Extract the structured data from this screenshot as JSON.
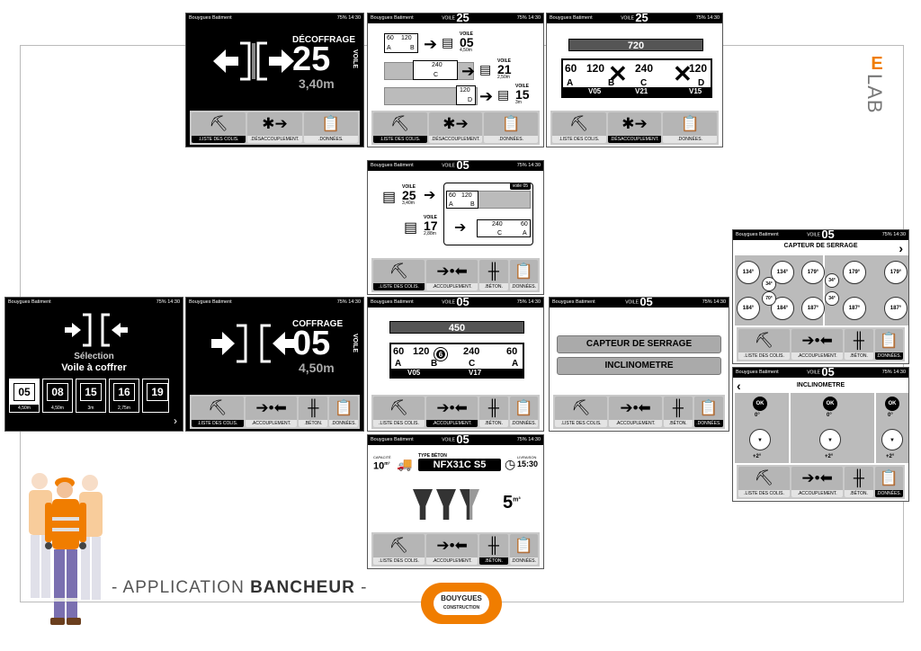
{
  "brand": {
    "e": "E",
    "lab": "LAB"
  },
  "footer": {
    "title_prefix": "- APPLICATION ",
    "title_bold": "BANCHEUR",
    "title_suffix": " -",
    "logo_line1": "BOUYGUES",
    "logo_line2": "CONSTRUCTION"
  },
  "status": {
    "carrier": "Bouygues Batiment",
    "battery": "75%",
    "time": "14:30",
    "voile_label": "VOILE"
  },
  "tabs": {
    "liste": ".LISTE DES COLIS.",
    "desac": ".DÉSACCOUPLEMENT.",
    "donnees": ".DONNÉES.",
    "accouplement": ".ACCOUPLEMENT.",
    "beton": ".BÉTON."
  },
  "s_decoffrage": {
    "title": "DÉCOFFRAGE",
    "voile_num": "25",
    "voile_label": "VOILE",
    "height": "3,40m"
  },
  "s_voile25_list": {
    "header_num": "25",
    "box1": [
      "60",
      "120",
      "A",
      "B"
    ],
    "dest1": {
      "label": "VOILE",
      "num": "05",
      "h": "4,50m"
    },
    "box2": [
      "240",
      "C"
    ],
    "dest2": {
      "label": "VOILE",
      "num": "21",
      "h": "2,50m"
    },
    "box3": [
      "120",
      "D"
    ],
    "dest3": {
      "label": "VOILE",
      "num": "15",
      "h": "3m"
    }
  },
  "s_voile25_split": {
    "header_num": "25",
    "total": "720",
    "cells": [
      "60",
      "120",
      "240",
      "120"
    ],
    "letters": [
      "A",
      "B",
      "C",
      "D"
    ],
    "voiles": [
      "V05",
      "V21",
      "V15"
    ]
  },
  "s_voile05_compose": {
    "header_num": "05",
    "tag": "voile 05",
    "src1": {
      "label": "VOILE",
      "num": "25",
      "h": "3,40m"
    },
    "src2": {
      "label": "VOILE",
      "num": "17",
      "h": "2,88m"
    },
    "box1": [
      "60",
      "120",
      "A",
      "B"
    ],
    "box2": [
      "240",
      "60",
      "C",
      "A"
    ]
  },
  "s_selection": {
    "title1": "Sélection",
    "title2": "Voile à coffrer",
    "items": [
      {
        "num": "05",
        "h": "4,50m"
      },
      {
        "num": "08",
        "h": "4,50m"
      },
      {
        "num": "15",
        "h": "3m"
      },
      {
        "num": "16",
        "h": "2,75m"
      },
      {
        "num": "19",
        "h": ""
      }
    ]
  },
  "s_coffrage": {
    "title": "COFFRAGE",
    "voile_num": "05",
    "voile_label": "VOILE",
    "height": "4,50m"
  },
  "s_voile05_join": {
    "header_num": "05",
    "total": "450",
    "cells": [
      "60",
      "120",
      "240",
      "60"
    ],
    "letters": [
      "A",
      "B",
      "C",
      "A"
    ],
    "voiles": [
      "V05",
      "V17"
    ],
    "badge": "6"
  },
  "s_donnees_menu": {
    "header_num": "05",
    "item1": "CAPTEUR DE SERRAGE",
    "item2": "INCLINOMETRE"
  },
  "s_beton": {
    "header_num": "05",
    "cap_label": "CAPACITÉ",
    "cap_val": "10",
    "cap_unit": "m³",
    "type_label": "TYPE BÉTON",
    "type_val": "NFX31C S5",
    "liv_label": "LIVRAISON",
    "liv_val": "15:30",
    "vol": "5",
    "vol_unit": "m³"
  },
  "s_capteur": {
    "header_num": "05",
    "title": "CAPTEUR DE SERRAGE",
    "top": [
      "134°",
      "134°",
      "179°",
      "179°",
      "179°"
    ],
    "bottom": [
      "184°",
      "184°",
      "187°",
      "187°",
      "187°"
    ],
    "mid": [
      "34°",
      "34°",
      "70°",
      "34°"
    ]
  },
  "s_inclino": {
    "header_num": "05",
    "title": "INCLINOMETRE",
    "ok": "OK",
    "top": [
      "0°",
      "0°",
      "0°"
    ],
    "bottom": [
      "+2°",
      "+2°",
      "+2°"
    ]
  }
}
